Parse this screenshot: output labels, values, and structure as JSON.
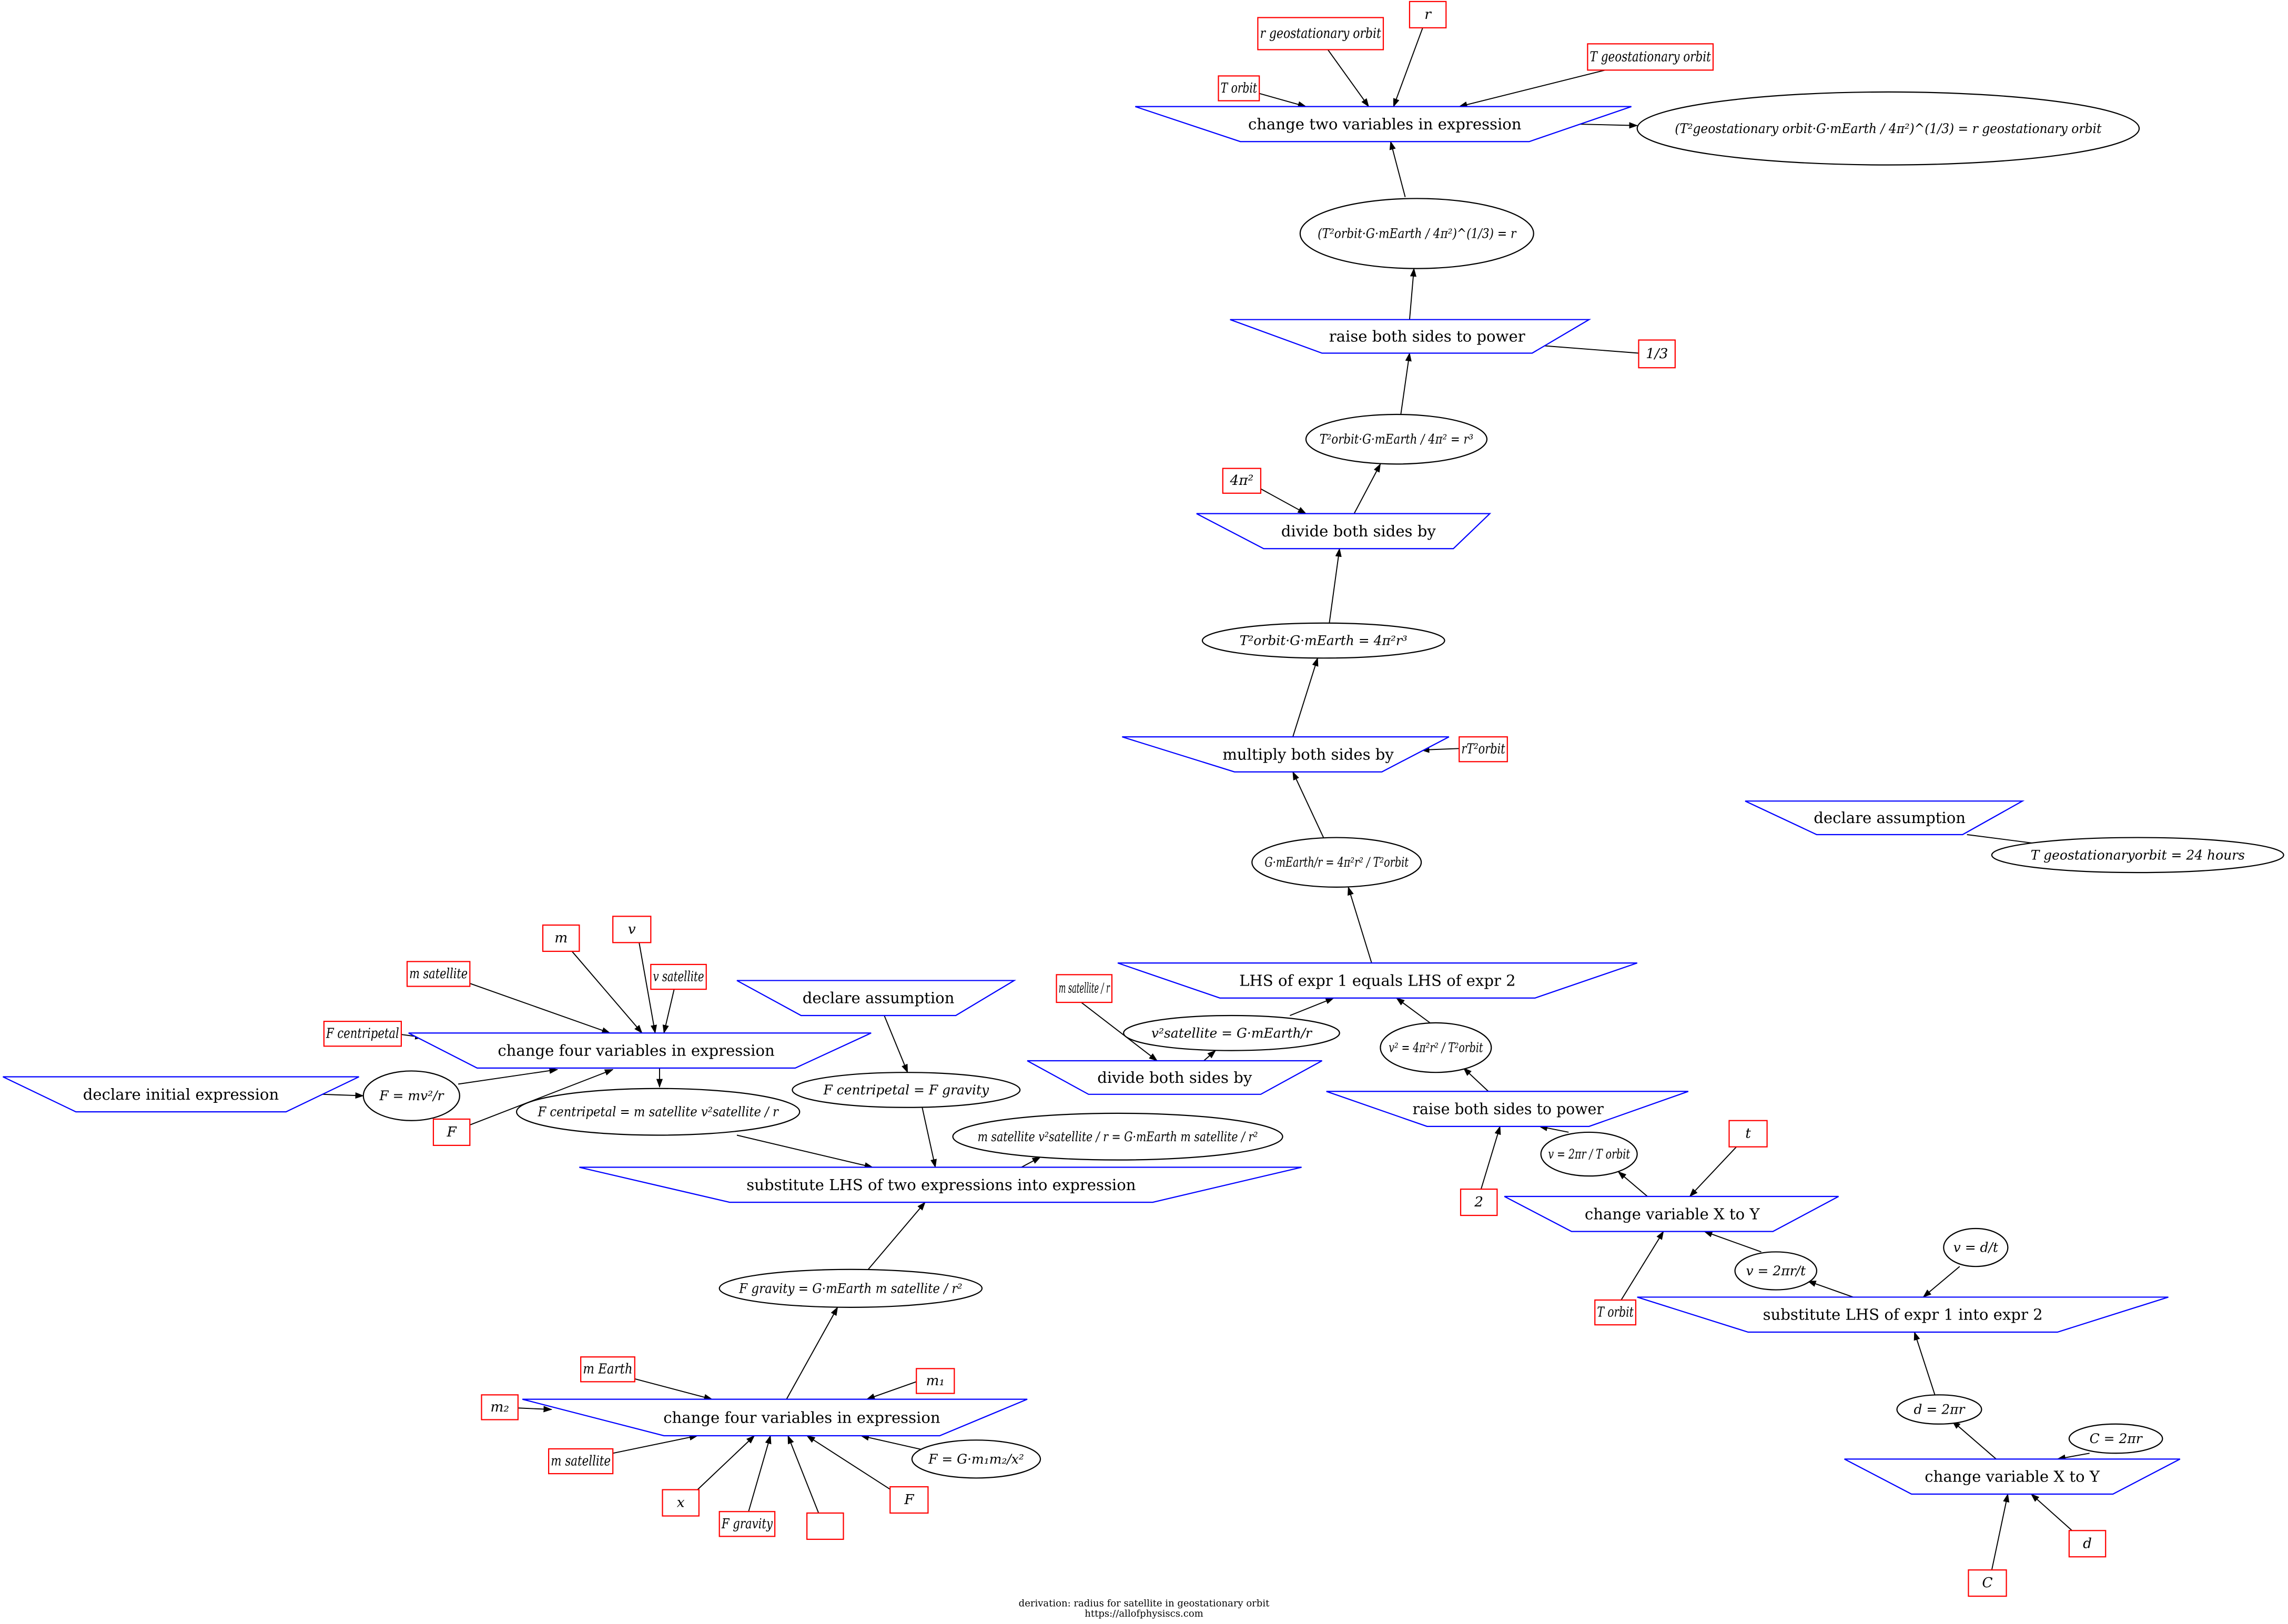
{
  "title": "derivation: radius for satellite in geostationary orbit",
  "url": "https://allofphysiscs.com",
  "colors": {
    "step_border": "#0000ff",
    "symbol_border": "#ff0000",
    "expression_border": "#000000",
    "edge": "#000000"
  },
  "steps": [
    "change two variables in expression",
    "raise both sides to power",
    "divide both sides by",
    "multiply both sides by",
    "LHS of expr 1 equals LHS of expr 2",
    "declare assumption",
    "change four variables in expression",
    "declare initial expression",
    "declare assumption",
    "divide both sides by",
    "raise both sides to power",
    "substitute LHS of two expressions into expression",
    "change variable X to Y",
    "substitute LHS of expr 1 into expr 2",
    "change four variables in expression",
    "change variable X to Y"
  ],
  "expressions": [
    "(T²geostationary orbit·G·mEarth / 4π²)^(1/3) = r geostationary orbit",
    "(T²orbit·G·mEarth / 4π²)^(1/3) = r",
    "T²orbit·G·mEarth / 4π² = r³",
    "T²orbit·G·mEarth = 4π²r³",
    "G·mEarth/r = 4π²r² / T²orbit",
    "T geostationaryorbit = 24 hours",
    "F = mv²/r",
    "F centripetal = m satellite v²satellite / r",
    "F centripetal = F gravity",
    "v²satellite = G·mEarth/r",
    "v² = 4π²r² / T²orbit",
    "m satellite v²satellite / r = G·mEarth m satellite / r²",
    "v = 2πr / T orbit",
    "v = 2πr/t",
    "v = d/t",
    "F gravity = G·mEarth m satellite / r²",
    "d = 2πr",
    "C = 2πr",
    "F = G·m₁m₂/x²"
  ],
  "symbols": [
    "r geostationary orbit",
    "r",
    "T geostationary orbit",
    "T orbit",
    "1/3",
    "4π²",
    "rT²orbit",
    "m satellite / r",
    "m satellite",
    "m",
    "v",
    "v satellite",
    "F centripetal",
    "F",
    "2",
    "t",
    "T orbit",
    "m Earth",
    "m₁",
    "m₂",
    "m satellite",
    "x",
    "F gravity",
    "",
    "F",
    "C",
    "d"
  ]
}
